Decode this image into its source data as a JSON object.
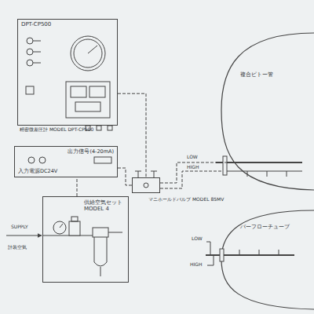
{
  "diagram": {
    "nodes": [
      {
        "text": [
          "DPT-CP500",
          "精密微差圧計 MODEL DPT-CP500"
        ]
      },
      {
        "text": [
          "出力信号(4-20mA)",
          "入力電源DC24V"
        ]
      },
      {
        "text": [
          "供給空気セット MODEL 4"
        ]
      },
      {
        "text": [
          "マニホールドバルブ MODEL 85MV"
        ]
      },
      {
        "text": [
          "複合ピトー管"
        ]
      },
      {
        "text": [
          "パーフローチューブ"
        ]
      }
    ],
    "edges": [
      {
        "from": 0,
        "to": 3,
        "arrow": "none"
      },
      {
        "from": 3,
        "to": 4,
        "arrow": "none"
      },
      {
        "from": 2,
        "to": 1,
        "arrow": "none"
      },
      {
        "from": 1,
        "to": 3,
        "arrow": "none"
      }
    ],
    "labels": [
      "SUPPLY",
      "計装空気",
      "LOW",
      "HIGH",
      "LOW",
      "HIGH"
    ]
  }
}
